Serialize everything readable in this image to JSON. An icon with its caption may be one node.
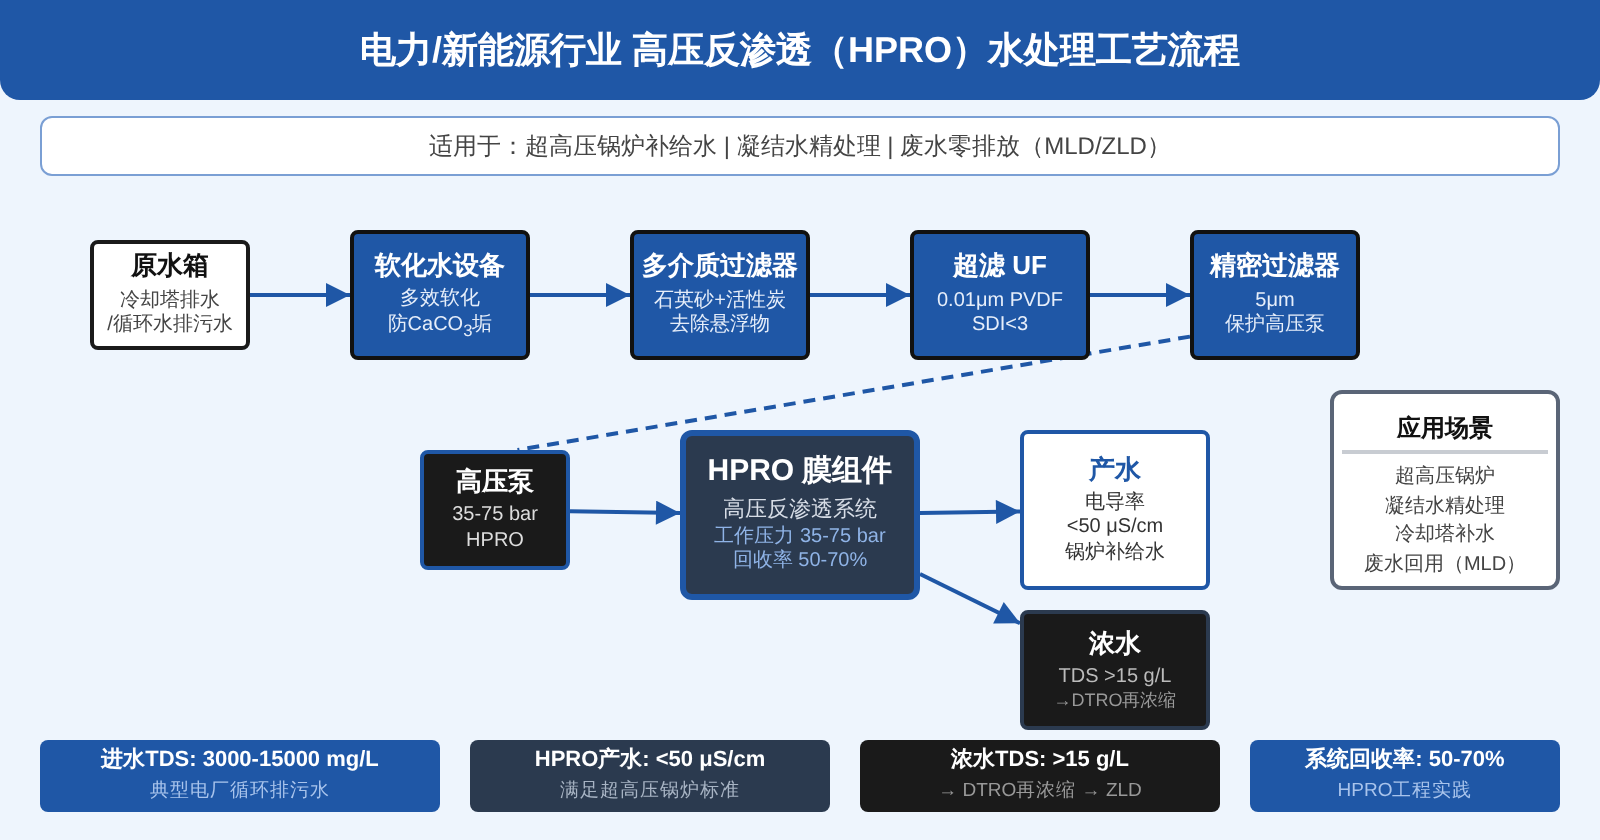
{
  "diagram": {
    "title": "电力/新能源行业 高压反渗透（HPRO）水处理工艺流程",
    "nodes": [
      {
        "text": [
          "适用于：超高压锅炉补给水 | 凝结水精处理 | 废水零排放（MLD/ZLD）"
        ]
      },
      {
        "text": [
          "原水箱",
          "冷却塔排水",
          "/循环水排污水"
        ]
      },
      {
        "text": [
          "软化水设备",
          "多效软化",
          "防CaCO$_{3}$垢"
        ]
      },
      {
        "text": [
          "多介质过滤器",
          "石英砂+活性炭",
          "去除悬浮物"
        ]
      },
      {
        "text": [
          "超滤 UF",
          "0.01μm PVDF",
          "SDI<3"
        ]
      },
      {
        "text": [
          "精密过滤器",
          "5μm",
          "保护高压泵"
        ]
      },
      {
        "text": [
          "高压泵",
          "35-75 bar",
          "HPRO"
        ]
      },
      {
        "text": [
          "HPRO 膜组件",
          "高压反渗透系统",
          "工作压力 35-75 bar",
          "回收率 50-70%"
        ]
      },
      {
        "text": [
          "产水",
          "电导率",
          "<50 μS/cm",
          "锅炉补给水"
        ]
      },
      {
        "text": [
          "浓水",
          "TDS >15 g/L",
          "→DTRO再浓缩"
        ]
      },
      {
        "text": [
          "应用场景",
          "超高压锅炉",
          "凝结水精处理",
          "冷却塔补水",
          "废水回用（MLD）"
        ]
      },
      {
        "text": [
          "进水TDS: 3000-15000 mg/L",
          "典型电厂循环排污水"
        ]
      },
      {
        "text": [
          "HPRO产水: <50 μS/cm",
          "满足超高压锅炉标准"
        ]
      },
      {
        "text": [
          "浓水TDS: >15 g/L",
          "→ DTRO再浓缩 → ZLD"
        ]
      },
      {
        "text": [
          "系统回收率: 50-70%",
          "HPRO工程实践"
        ]
      }
    ],
    "edges": [
      {
        "from": 1,
        "to": 2,
        "arrow": "to"
      },
      {
        "from": 2,
        "to": 3,
        "arrow": "to"
      },
      {
        "from": 3,
        "to": 4,
        "arrow": "to"
      },
      {
        "from": 4,
        "to": 5,
        "arrow": "to"
      },
      {
        "from": 5,
        "to": 6,
        "arrow": "none",
        "style": "dashed"
      },
      {
        "from": 6,
        "to": 7,
        "arrow": "to"
      },
      {
        "from": 7,
        "to": 8,
        "arrow": "to"
      },
      {
        "from": 7,
        "to": 9,
        "arrow": "to"
      }
    ]
  }
}
